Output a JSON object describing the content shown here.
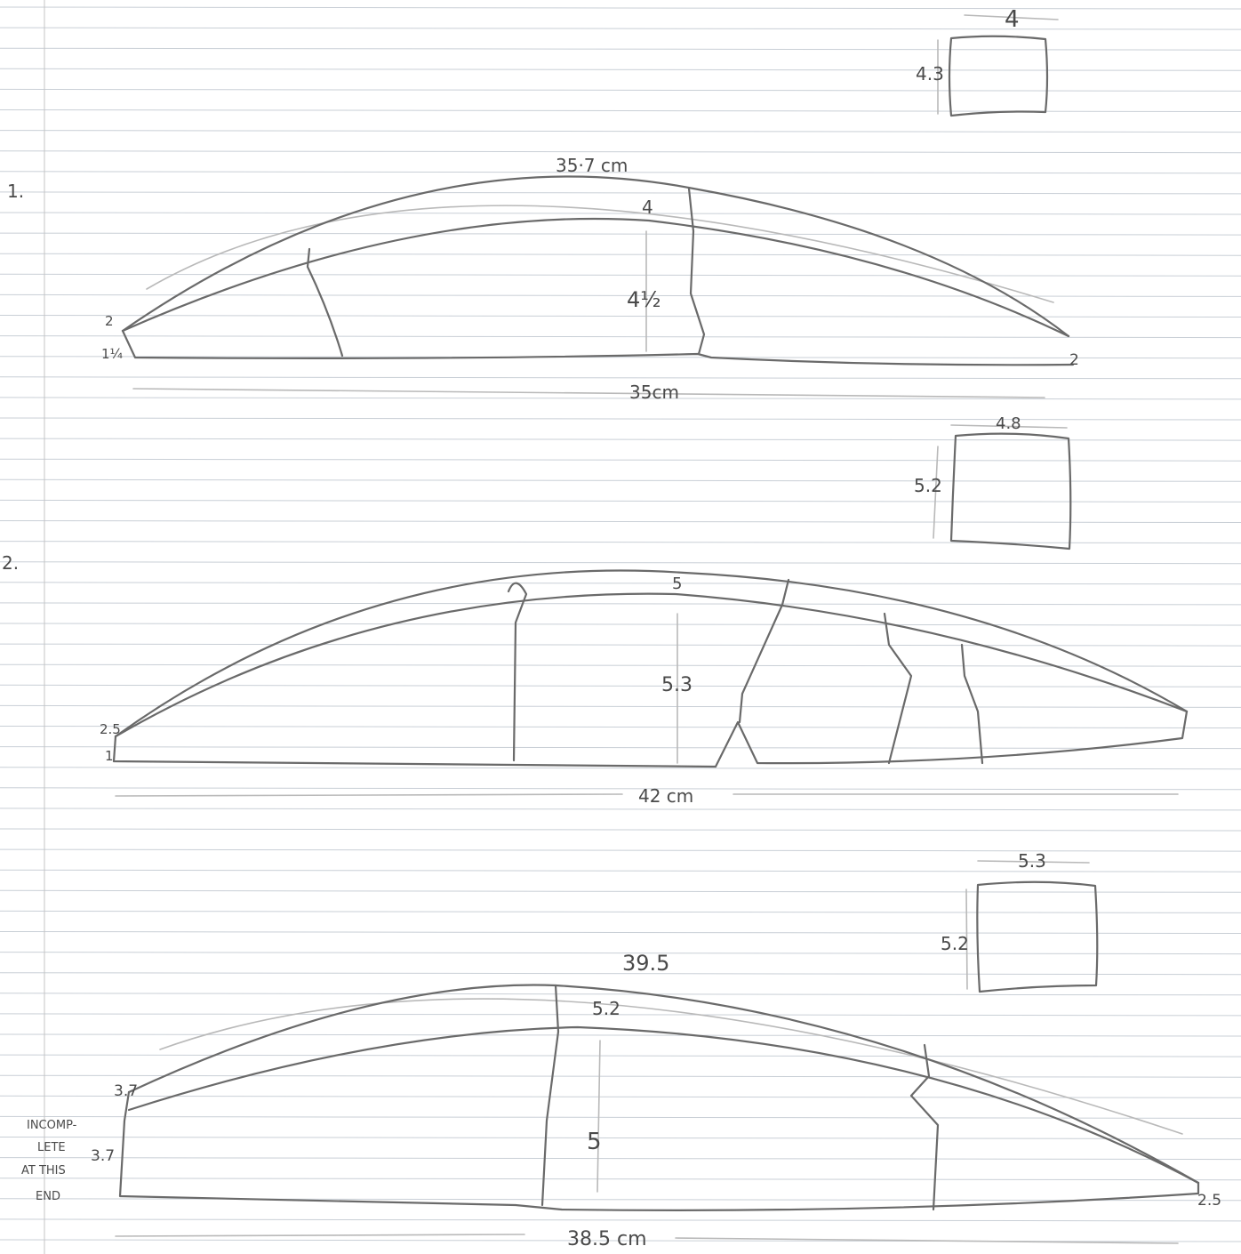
{
  "sketch_1": {
    "number": "1.",
    "section_width": "4",
    "section_height": "4.3",
    "top_length": "35·7 cm",
    "rim_thickness": "4",
    "body_height": "4½",
    "left_top": "2",
    "left_bottom": "1¼",
    "right_end": "2",
    "base_length": "35cm"
  },
  "sketch_2": {
    "number": "2.",
    "section_width": "4.8",
    "section_height": "5.2",
    "rim_thickness": "5",
    "body_height": "5.3",
    "left_top": "2.5",
    "left_bottom": "1",
    "base_length": "42 cm"
  },
  "sketch_3": {
    "section_width": "5.3",
    "section_height": "5.2",
    "top_length": "39.5",
    "rim_thickness": "5.2",
    "body_height": "5",
    "left_top": "3.7",
    "left_side": "3.7",
    "note_lines": [
      "INCOMP-",
      "LETE",
      "AT THIS",
      "END"
    ],
    "right_end": "2.5",
    "base_length": "38.5 cm"
  },
  "colors": {
    "pencil": "#6a6a6a",
    "faint_pencil": "#b9b9b9",
    "rule_lines": "#c9cfd6",
    "paper": "#ffffff"
  }
}
